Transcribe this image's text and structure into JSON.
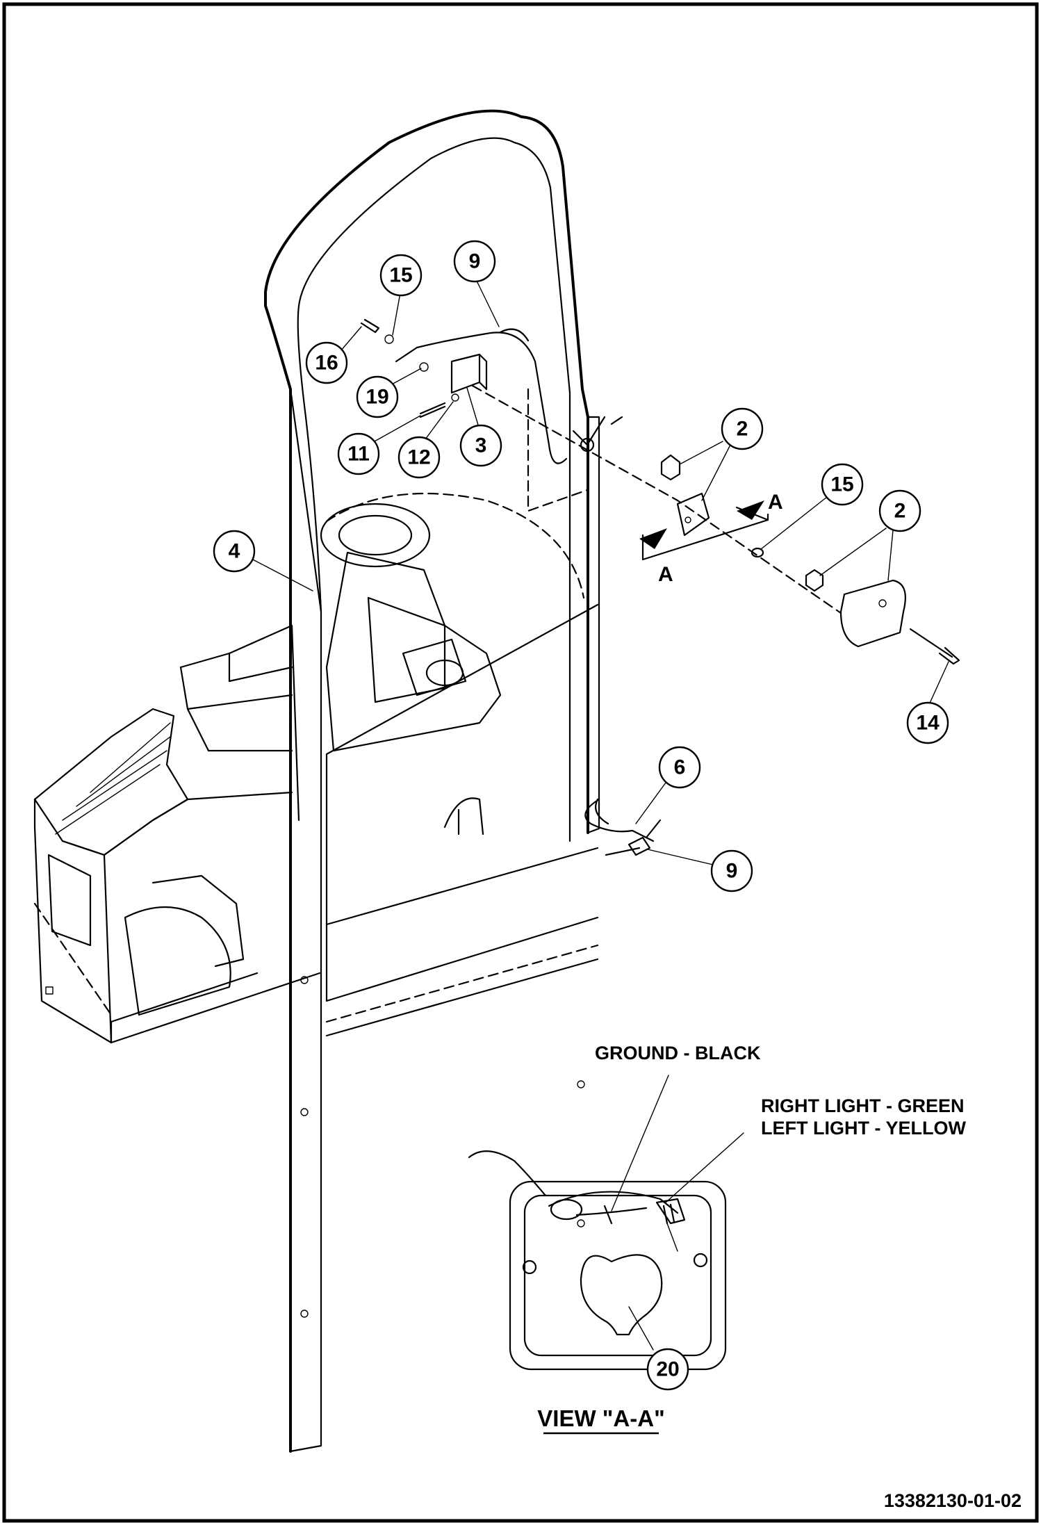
{
  "callouts": {
    "c15a": "15",
    "c9a": "9",
    "c16": "16",
    "c19": "19",
    "c11": "11",
    "c12": "12",
    "c3": "3",
    "c2a": "2",
    "c15b": "15",
    "c2b": "2",
    "c4": "4",
    "c14": "14",
    "c6": "6",
    "c9b": "9",
    "c20": "20"
  },
  "section_marks": {
    "top": "A",
    "bottom": "A"
  },
  "labels": {
    "ground": "GROUND - BLACK",
    "right_light": "RIGHT LIGHT - GREEN",
    "left_light": "LEFT LIGHT - YELLOW"
  },
  "view_title": "VIEW \"A-A\"",
  "drawing_number": "13382130-01-02"
}
